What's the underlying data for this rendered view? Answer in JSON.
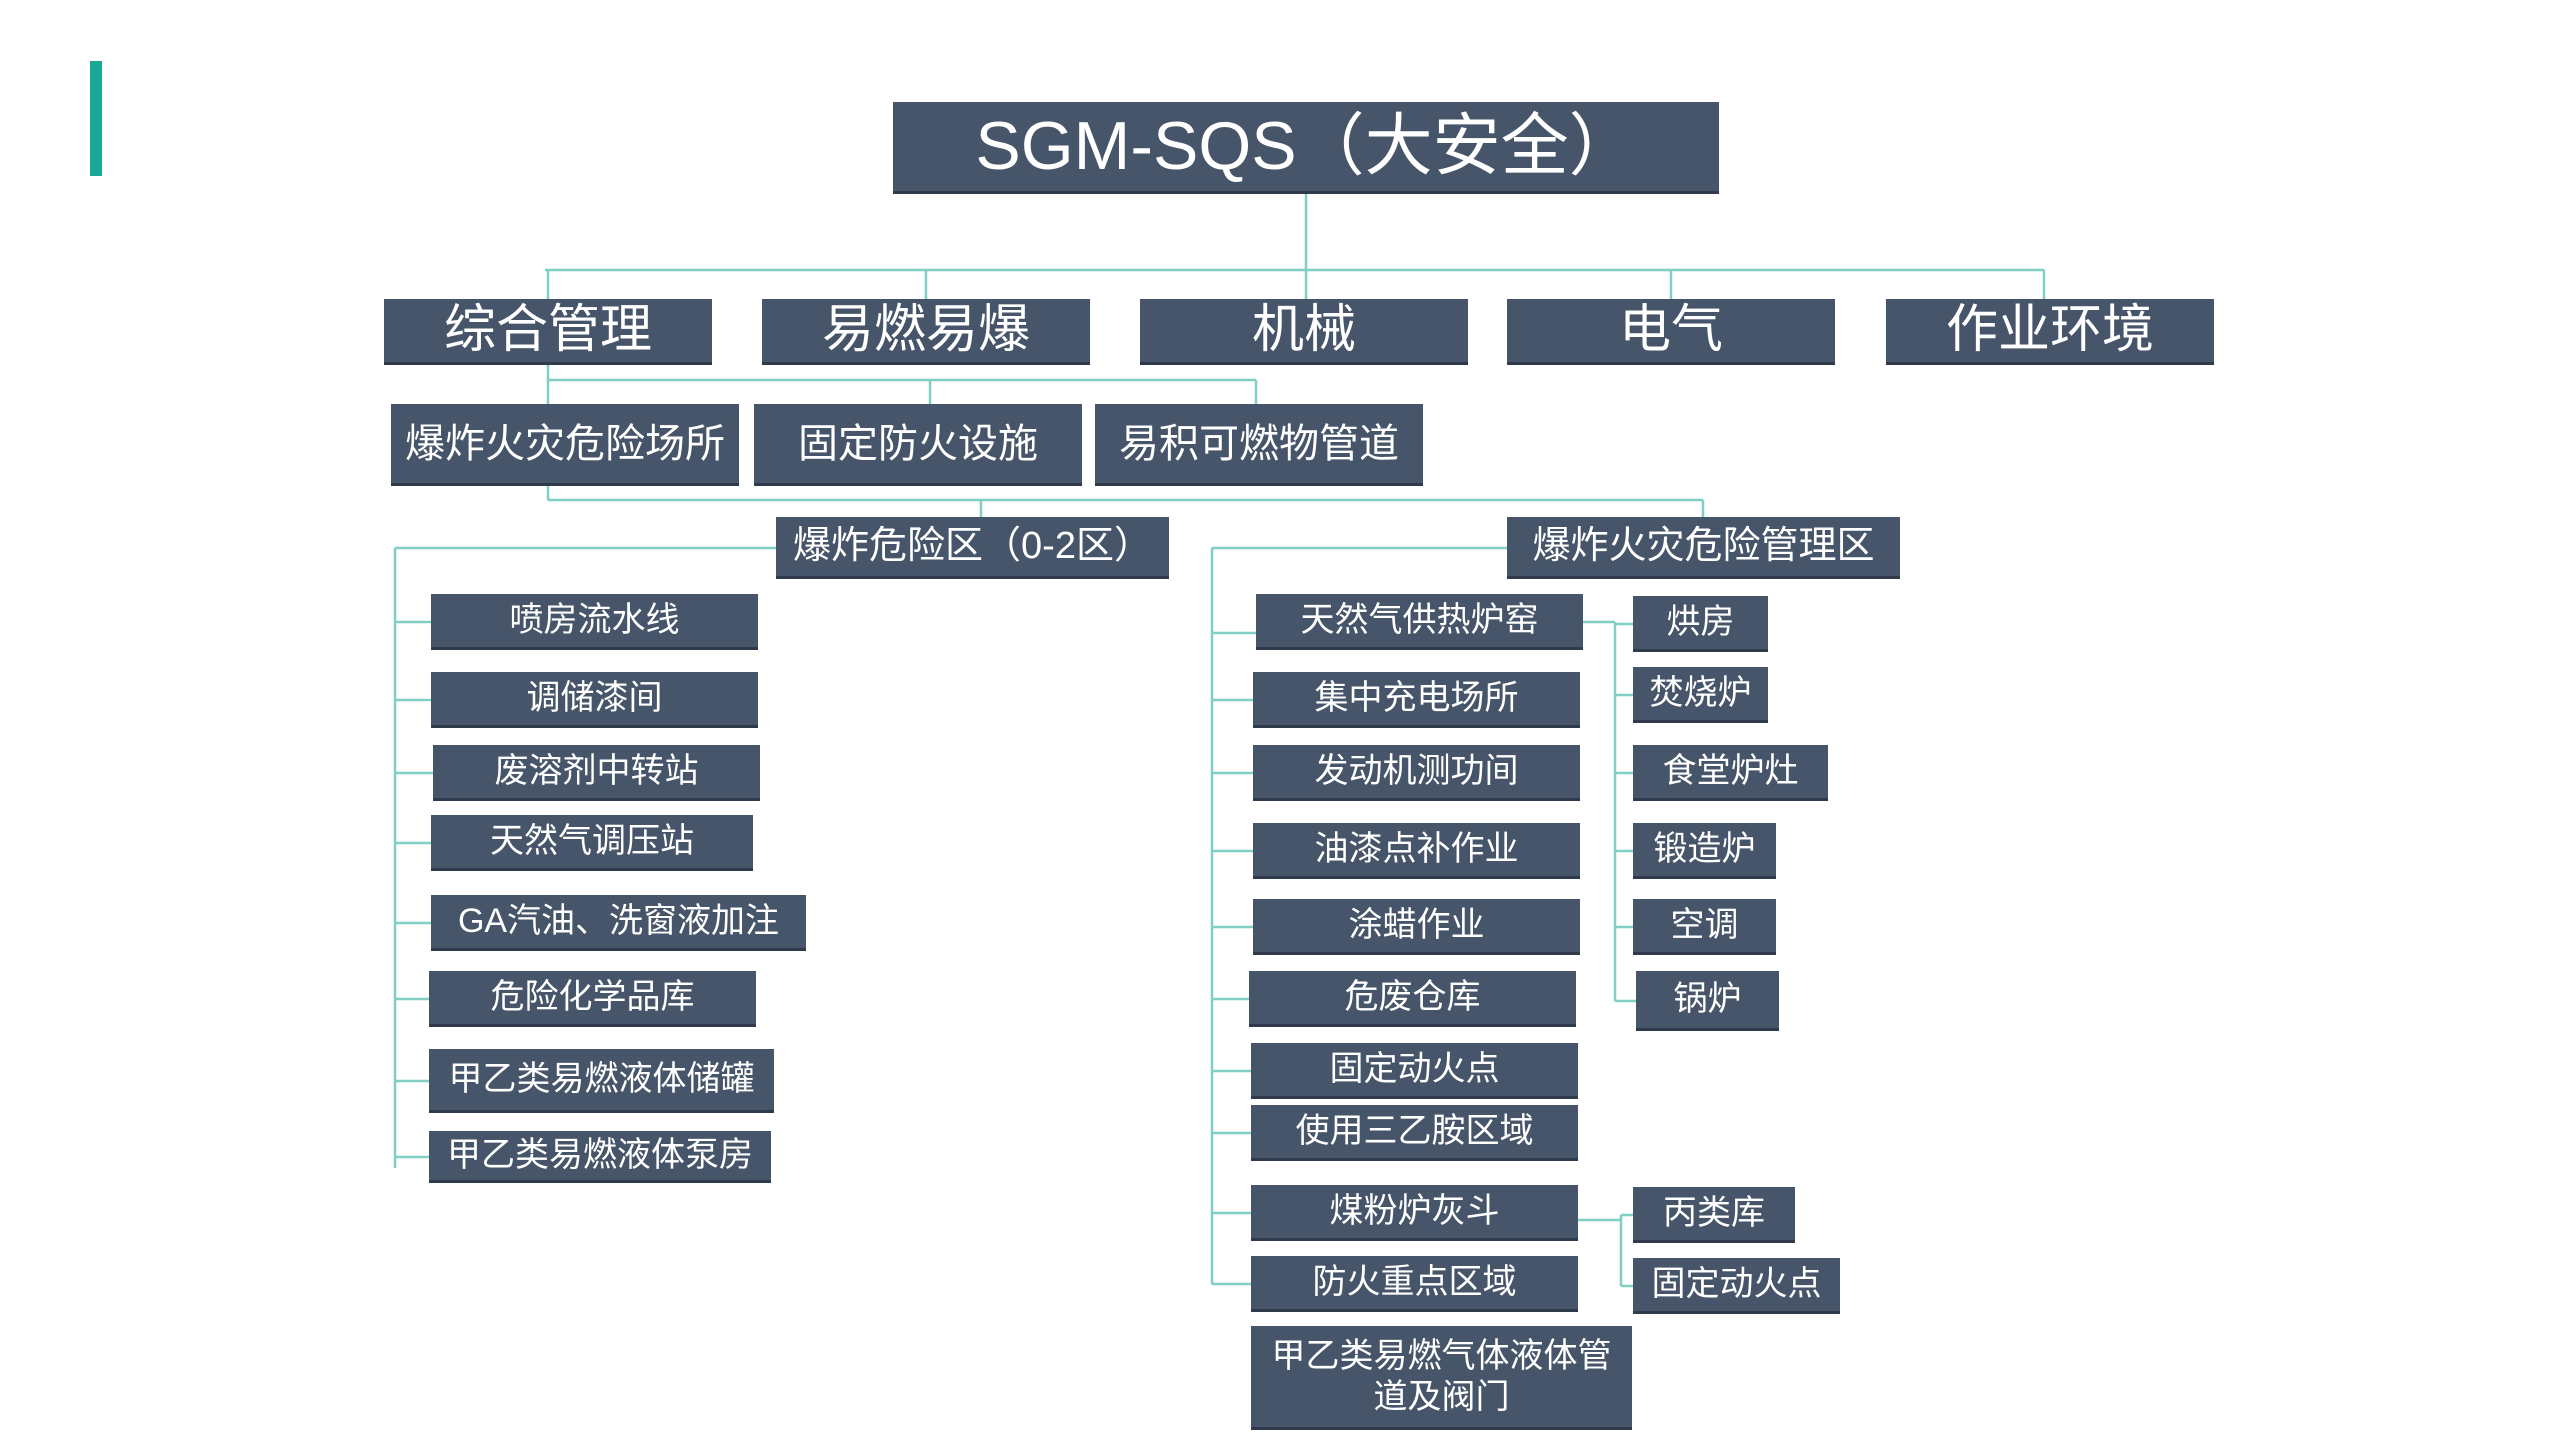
{
  "title": "SGM-SQS（大安全）",
  "level1": [
    "综合管理",
    "易燃易爆",
    "机械",
    "电气",
    "作业环境"
  ],
  "level2": [
    "爆炸火灾危险场所",
    "固定防火设施",
    "易积可燃物管道"
  ],
  "level3": [
    "爆炸危险区（0-2区）",
    "爆炸火灾危险管理区"
  ],
  "zone_items": [
    "喷房流水线",
    "调储漆间",
    "废溶剂中转站",
    "天然气调压站",
    "GA汽油、洗窗液加注",
    "危险化学品库",
    "甲乙类易燃液体储罐",
    "甲乙类易燃液体泵房"
  ],
  "mgmt_items": [
    "天然气供热炉窑",
    "集中充电场所",
    "发动机测功间",
    "油漆点补作业",
    "涂蜡作业",
    "危废仓库",
    "固定动火点",
    "使用三乙胺区域",
    "煤粉炉灰斗",
    "防火重点区域"
  ],
  "mgmt_last": [
    "甲乙类易燃气体液体管",
    "道及阀门"
  ],
  "furnace_items": [
    "烘房",
    "焚烧炉",
    "食堂炉灶",
    "锻造炉",
    "空调",
    "锅炉"
  ],
  "fire_items": [
    "丙类库",
    "固定动火点"
  ],
  "colors": {
    "node": "#465569",
    "line": "#7fcfc3",
    "accent": "#1aa898"
  }
}
